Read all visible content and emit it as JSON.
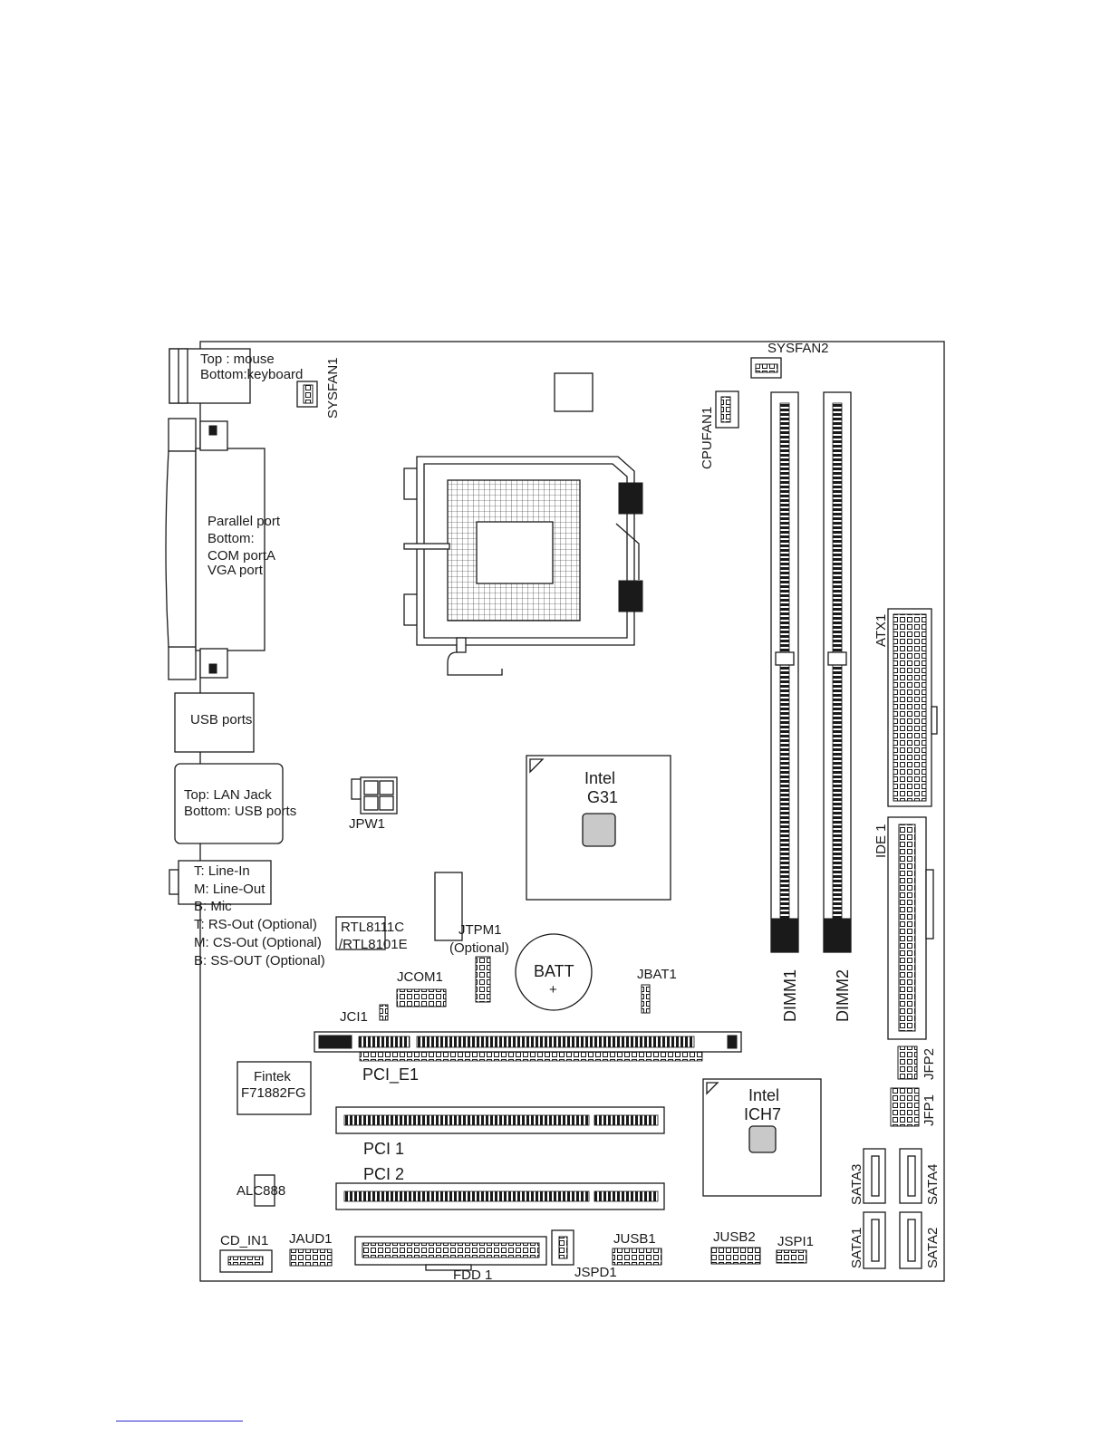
{
  "labels": {
    "ps2_top": "Top : mouse",
    "ps2_bottom": "Bottom:keyboard",
    "sysfan1": "SYSFAN1",
    "sysfan2": "SYSFAN2",
    "cpufan1": "CPUFAN1",
    "parallel_1": "Parallel port",
    "parallel_2": "Bottom:",
    "parallel_3": "COM portA",
    "parallel_4": "VGA port",
    "usb_ports": "USB ports",
    "lan_top": "Top: LAN Jack",
    "lan_bottom": "Bottom: USB ports",
    "jpw1": "JPW1",
    "audio_1": "T: Line-In",
    "audio_2": "M: Line-Out",
    "audio_3": "B: Mic",
    "audio_4": "T: RS-Out (Optional)",
    "audio_5": "M: CS-Out (Optional)",
    "audio_6": "B: SS-OUT (Optional)",
    "rtl_1": "RTL8111C",
    "rtl_2": "/RTL8101E",
    "jtpm1_1": "JTPM1",
    "jtpm1_2": "(Optional)",
    "jcom1": "JCOM1",
    "jci1": "JCI1",
    "batt": "BATT",
    "batt_plus": "+",
    "jbat1": "JBAT1",
    "nb_1": "Intel",
    "nb_2": "G31",
    "sb_1": "Intel",
    "sb_2": "ICH7",
    "dimm1": "DIMM1",
    "dimm2": "DIMM2",
    "atx1": "ATX1",
    "ide1": "IDE 1",
    "pcie1": "PCI_E1",
    "fintek_1": "Fintek",
    "fintek_2": "F71882FG",
    "pci1": "PCI 1",
    "pci2": "PCI 2",
    "alc888": "ALC888",
    "jfp2": "JFP2",
    "jfp1": "JFP1",
    "sata1": "SATA1",
    "sata2": "SATA2",
    "sata3": "SATA3",
    "sata4": "SATA4",
    "cd_in1": "CD_IN1",
    "jaud1": "JAUD1",
    "fdd1": "FDD 1",
    "jspd1": "JSPD1",
    "jusb1": "JUSB1",
    "jusb2": "JUSB2",
    "jspi1": "JSPI1"
  }
}
